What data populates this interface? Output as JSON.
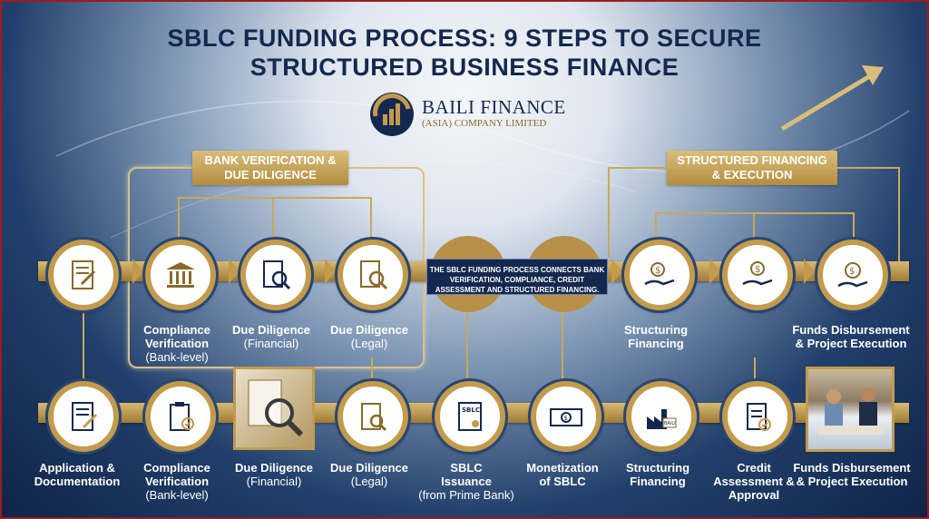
{
  "title_line1": "SBLC FUNDING PROCESS: 9 STEPS TO SECURE",
  "title_line2": "STRUCTURED BUSINESS FINANCE",
  "logo": {
    "name": "BAILI FINANCE",
    "subtitle": "(ASIA) COMPANY LIMITED"
  },
  "group_bank_verification": "BANK VERIFICATION & DUE DILIGENCE",
  "group_structured_financing": "STRUCTURED FINANCING & EXECUTION",
  "center_text": "THE SBLC FUNDING PROCESS CONNECTS BANK VERIFICATION, COMPLIANCE, CREDIT ASSESSMENT AND STRUCTURED FINANCING.",
  "top_labels": {
    "compliance": {
      "main": "Compliance Verification",
      "sub": "(Bank-level)"
    },
    "dd_financial": {
      "main": "Due Diligence",
      "sub": "(Financial)"
    },
    "dd_legal": {
      "main": "Due Diligence",
      "sub": "(Legal)"
    },
    "structuring": {
      "main": "Structuring Financing",
      "sub": ""
    },
    "funds": {
      "main": "Funds Disbursement & Project Execution",
      "sub": ""
    }
  },
  "bottom_steps": [
    {
      "main": "Application & Documentation",
      "sub": "",
      "icon": "document-pen-icon"
    },
    {
      "main": "Compliance Verification",
      "sub": "(Bank-level)",
      "icon": "clipboard-check-icon"
    },
    {
      "main": "Due Diligence",
      "sub": "(Financial)",
      "icon": "magnifier-document-photo"
    },
    {
      "main": "Due Diligence",
      "sub": "(Legal)",
      "icon": "clipboard-search-icon"
    },
    {
      "main": "SBLC Issuance",
      "sub": "(from Prime Bank)",
      "icon": "sblc-certificate-icon"
    },
    {
      "main": "Monetization of SBLC",
      "sub": "",
      "icon": "cash-icon"
    },
    {
      "main": "Structuring Financing",
      "sub": "",
      "icon": "factory-icon"
    },
    {
      "main": "Credit Assessment & Approval",
      "sub": "",
      "icon": "checklist-icon"
    },
    {
      "main": "Funds Disbursement & Project Execution",
      "sub": "",
      "icon": "meeting-photo"
    }
  ],
  "sblc_badge": "SBLC",
  "factory_badge": "BAILI",
  "colors": {
    "navy": "#14284f",
    "gold": "#c29b4c",
    "frame": "#9c1c1c"
  }
}
